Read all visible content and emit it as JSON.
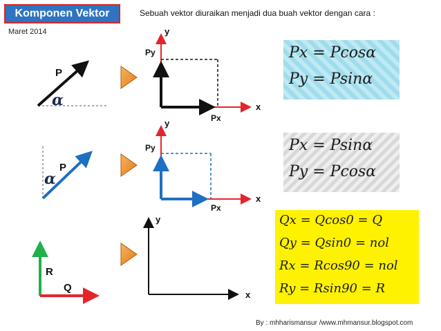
{
  "header": {
    "title": "Komponen Vektor",
    "date": "Maret 2014",
    "intro": "Sebuah vektor diuraikan menjadi dua buah vektor dengan cara :"
  },
  "diagram1": {
    "vector_label": "P",
    "angle_label": "α",
    "y_axis": "y",
    "x_axis": "x",
    "py_label": "Py",
    "px_label": "Px"
  },
  "diagram2": {
    "vector_label": "P",
    "angle_label": "α",
    "y_axis": "y",
    "x_axis": "x",
    "py_label": "Py",
    "px_label": "Px"
  },
  "diagram3": {
    "r_label": "R",
    "q_label": "Q",
    "y_axis": "y",
    "x_axis": "x"
  },
  "formulas1": [
    "Px = Pcosα",
    "Py = Psinα"
  ],
  "formulas2": [
    "Px = Psinα",
    "Py = Pcosα"
  ],
  "formulas3": [
    "Qx = Qcos0 = Q",
    "Qy = Qsin0 = nol",
    "Rx = Rcos90 = nol",
    "Ry = Rsin90 = R"
  ],
  "footer": "By : mhharismansur /www.mhmansur.blogspot.com",
  "colors": {
    "title_bg": "#2f74c0",
    "title_border": "#d9262b",
    "red": "#e3262b",
    "blue": "#1f6fc4",
    "green": "#22b04b",
    "arrow_orange": "#f0902a",
    "formula3_bg": "#fff200"
  }
}
